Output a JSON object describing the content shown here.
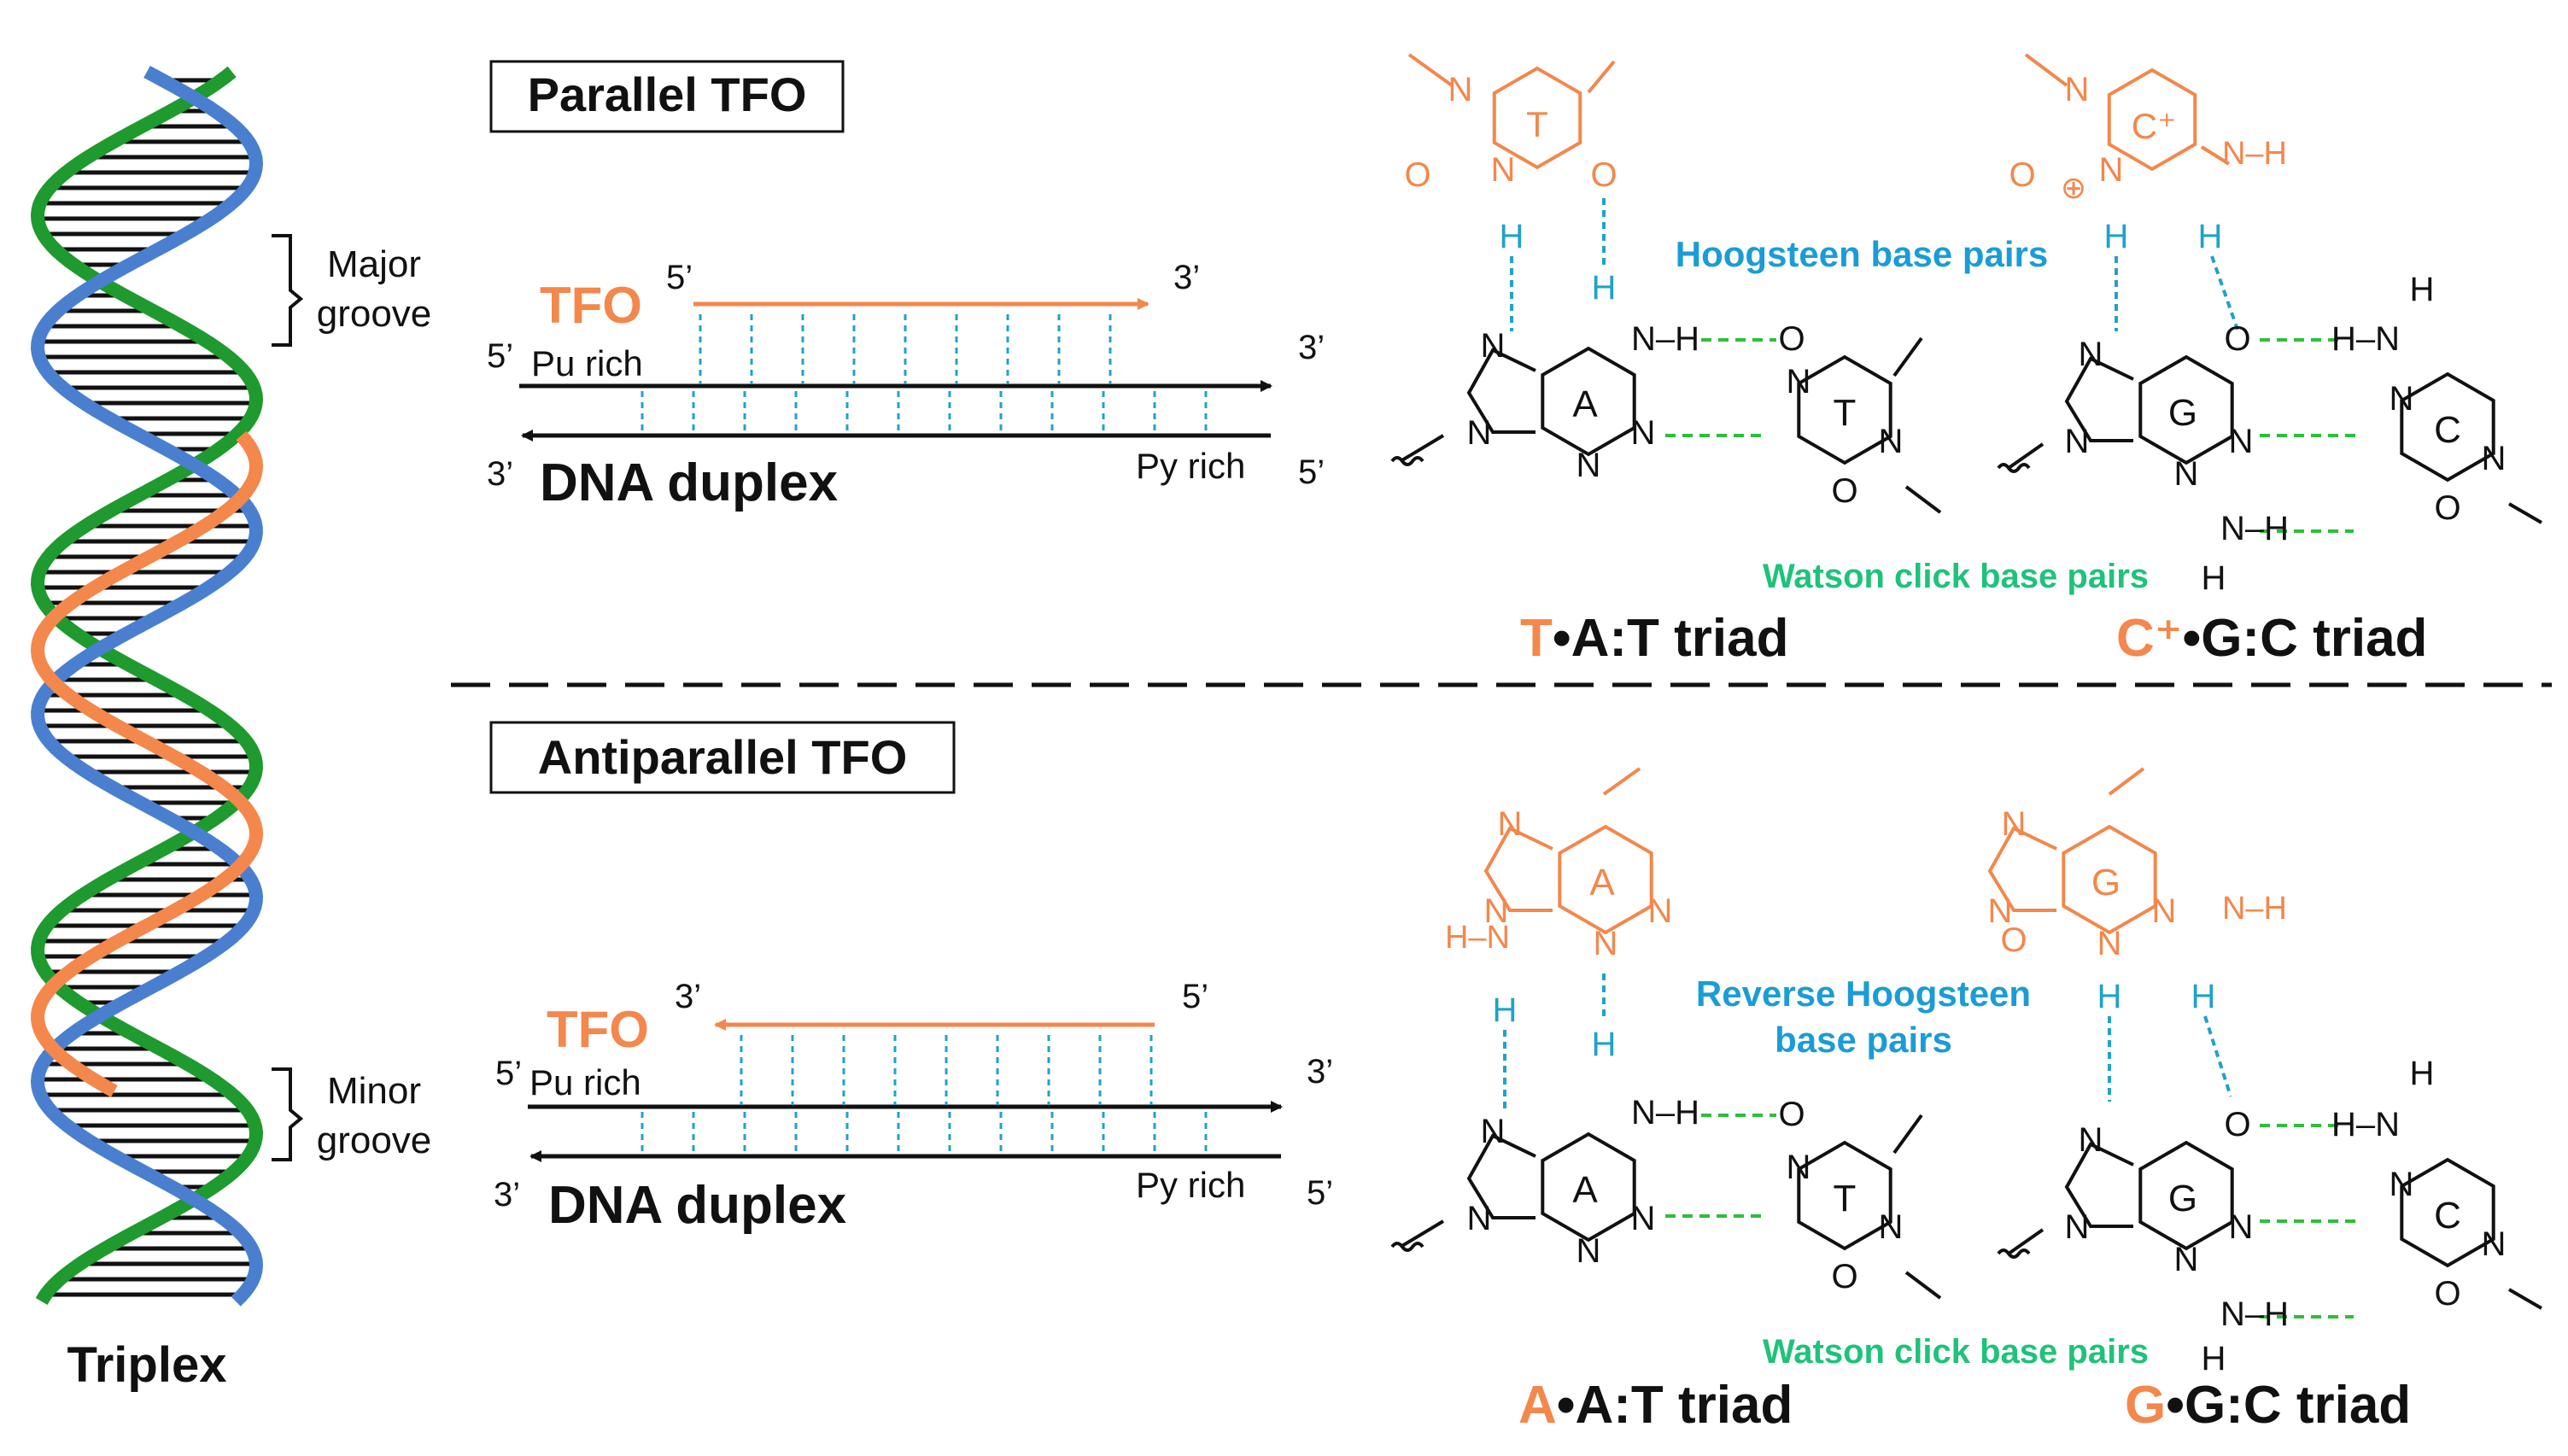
{
  "colors": {
    "orange": "#F4874B",
    "blue": "#4A7FD0",
    "green": "#1E9A2E",
    "teal_hbond": "#1FA3C8",
    "green_hbond": "#2DBE3C",
    "hoogsteen_text": "#1B9CD6",
    "watson_text": "#1FC27A",
    "black": "#111111"
  },
  "helix": {
    "major_groove_label": "Major groove",
    "minor_groove_label": "Minor groove",
    "caption": "Triplex"
  },
  "parallel": {
    "box_title": "Parallel TFO",
    "tfo_label": "TFO",
    "tfo_5": "5’",
    "tfo_3": "3’",
    "top_5": "5’",
    "top_label": "Pu rich",
    "top_3": "3’",
    "bottom_3": "3’",
    "bottom_label": "DNA duplex",
    "bottom_py": "Py rich",
    "bottom_5": "5’",
    "hbond_caption": "Hoogsteen base pairs",
    "watson_caption": "Watson click base pairs",
    "triad1": {
      "prefix": "T",
      "suffix": "•A:T triad"
    },
    "triad2": {
      "prefix": "C⁺",
      "suffix": "•G:C triad"
    }
  },
  "antiparallel": {
    "box_title": "Antiparallel TFO",
    "tfo_label": "TFO",
    "tfo_3": "3’",
    "tfo_5": "5’",
    "top_5": "5’",
    "top_label": "Pu rich",
    "top_3": "3’",
    "bottom_3": "3’",
    "bottom_label": "DNA duplex",
    "bottom_py": "Py rich",
    "bottom_5": "5’",
    "hbond_caption_line1": "Reverse Hoogsteen",
    "hbond_caption_line2": "base pairs",
    "watson_caption": "Watson click base pairs",
    "triad1": {
      "prefix": "A",
      "suffix": "•A:T triad"
    },
    "triad2": {
      "prefix": "G",
      "suffix": "•G:C triad"
    }
  },
  "atoms": {
    "N": "N",
    "H": "H",
    "O": "O",
    "NH": "N–H",
    "HN": "H–N",
    "base_T": "T",
    "base_A": "A",
    "base_G": "G",
    "base_C": "C",
    "base_Cplus": "C⁺",
    "plus_circle": "⊕"
  }
}
